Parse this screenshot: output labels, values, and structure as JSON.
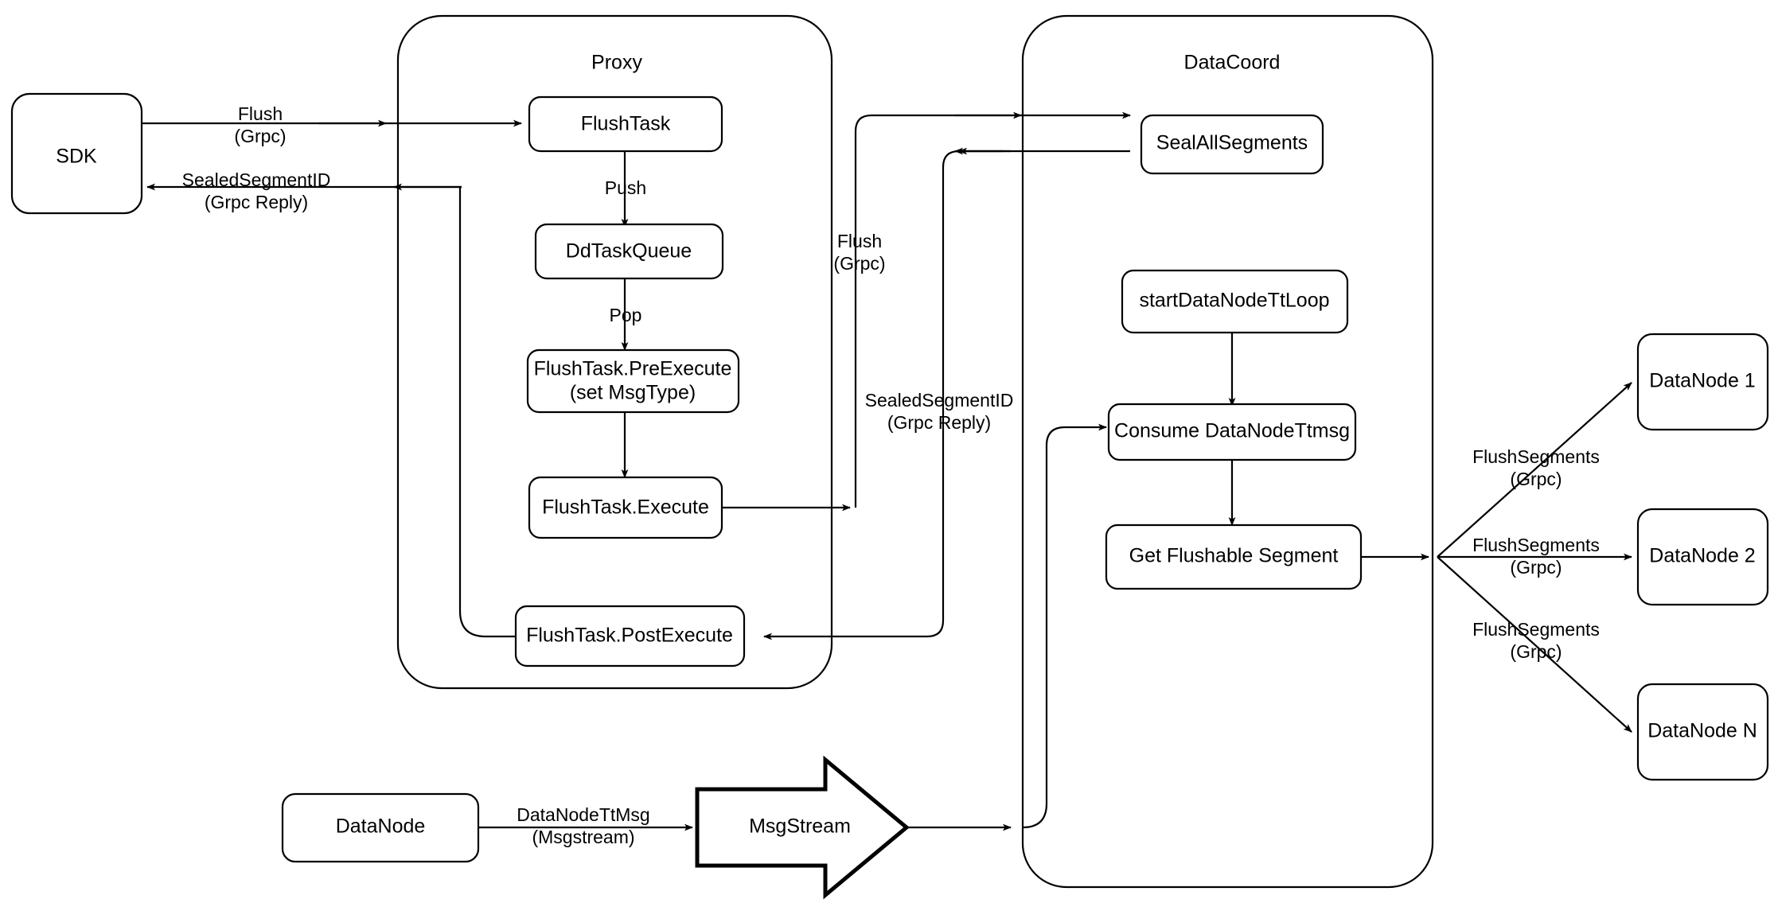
{
  "diagram": {
    "title_visible": false,
    "background": "#ffffff",
    "stroke": "#000000",
    "containers": [
      {
        "id": "proxy",
        "label": "Proxy"
      },
      {
        "id": "datacoord",
        "label": "DataCoord"
      }
    ],
    "nodes": [
      {
        "id": "sdk",
        "label": "SDK"
      },
      {
        "id": "flushtask",
        "label": "FlushTask"
      },
      {
        "id": "ddtaskqueue",
        "label": "DdTaskQueue"
      },
      {
        "id": "preexecute_l1",
        "label": "FlushTask.PreExecute"
      },
      {
        "id": "preexecute_l2",
        "label": "(set MsgType)"
      },
      {
        "id": "execute",
        "label": "FlushTask.Execute"
      },
      {
        "id": "postexecute",
        "label": "FlushTask.PostExecute"
      },
      {
        "id": "sealallsegments",
        "label": "SealAllSegments"
      },
      {
        "id": "startdatanodettloop",
        "label": "startDataNodeTtLoop"
      },
      {
        "id": "consumedatanodettmsg",
        "label": "Consume DataNodeTtmsg"
      },
      {
        "id": "getflushablesegment",
        "label": "Get Flushable Segment"
      },
      {
        "id": "datanode1",
        "label": "DataNode 1"
      },
      {
        "id": "datanode2",
        "label": "DataNode 2"
      },
      {
        "id": "datanoden",
        "label": "DataNode N"
      },
      {
        "id": "datanode_bottom",
        "label": "DataNode"
      },
      {
        "id": "msgstream",
        "label": "MsgStream"
      }
    ],
    "edge_labels": [
      {
        "id": "sdk-to-proxy",
        "line1": "Flush",
        "line2": "(Grpc)"
      },
      {
        "id": "proxy-to-sdk",
        "line1": "SealedSegmentID",
        "line2": "(Grpc Reply)"
      },
      {
        "id": "proxy-to-datacoord",
        "line1": "Flush",
        "line2": "(Grpc)"
      },
      {
        "id": "datacoord-to-proxy",
        "line1": "SealedSegmentID",
        "line2": "(Grpc Reply)"
      },
      {
        "id": "push",
        "line1": "Push",
        "line2": ""
      },
      {
        "id": "pop",
        "line1": "Pop",
        "line2": ""
      },
      {
        "id": "datanode-to-msgstream",
        "line1": "DataNodeTtMsg",
        "line2": "(Msgstream)"
      },
      {
        "id": "flushsegments-1",
        "line1": "FlushSegments",
        "line2": "(Grpc)"
      },
      {
        "id": "flushsegments-2",
        "line1": "FlushSegments",
        "line2": "(Grpc)"
      },
      {
        "id": "flushsegments-n",
        "line1": "FlushSegments",
        "line2": "(Grpc)"
      }
    ]
  }
}
